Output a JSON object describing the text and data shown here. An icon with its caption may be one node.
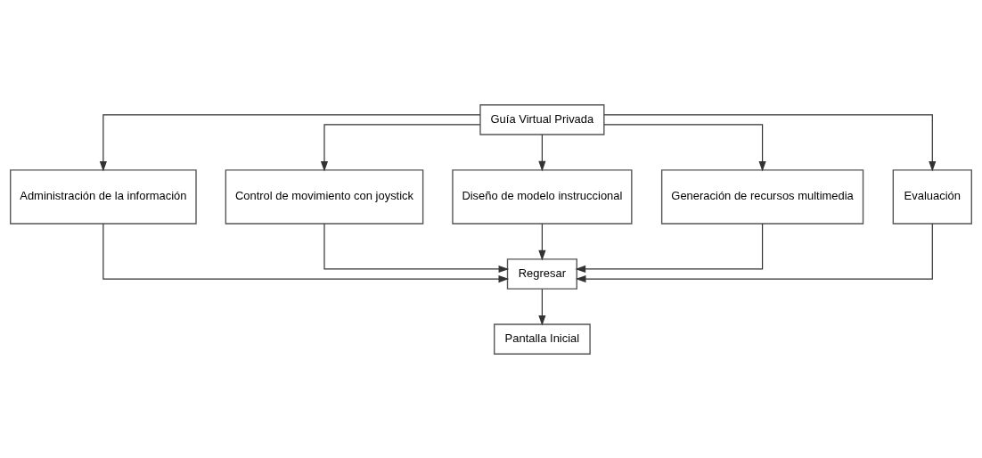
{
  "diagram": {
    "nodes": [
      {
        "text": [
          "Guía Virtual Privada"
        ]
      },
      {
        "text": [
          "Administración de la información"
        ]
      },
      {
        "text": [
          "Control de movimiento con joystick"
        ]
      },
      {
        "text": [
          "Diseño de modelo instruccional"
        ]
      },
      {
        "text": [
          "Generación de recursos multimedia"
        ]
      },
      {
        "text": [
          "Evaluación"
        ]
      },
      {
        "text": [
          "Regresar"
        ]
      },
      {
        "text": [
          "Pantalla Inicial"
        ]
      }
    ],
    "edges": [
      {
        "from": 0,
        "to": 1,
        "arrow": "to"
      },
      {
        "from": 0,
        "to": 2,
        "arrow": "to"
      },
      {
        "from": 0,
        "to": 3,
        "arrow": "to"
      },
      {
        "from": 0,
        "to": 4,
        "arrow": "to"
      },
      {
        "from": 0,
        "to": 5,
        "arrow": "to"
      },
      {
        "from": 1,
        "to": 6,
        "arrow": "to"
      },
      {
        "from": 2,
        "to": 6,
        "arrow": "to"
      },
      {
        "from": 3,
        "to": 6,
        "arrow": "to"
      },
      {
        "from": 4,
        "to": 6,
        "arrow": "to"
      },
      {
        "from": 5,
        "to": 6,
        "arrow": "to"
      },
      {
        "from": 6,
        "to": 7,
        "arrow": "to"
      }
    ]
  }
}
